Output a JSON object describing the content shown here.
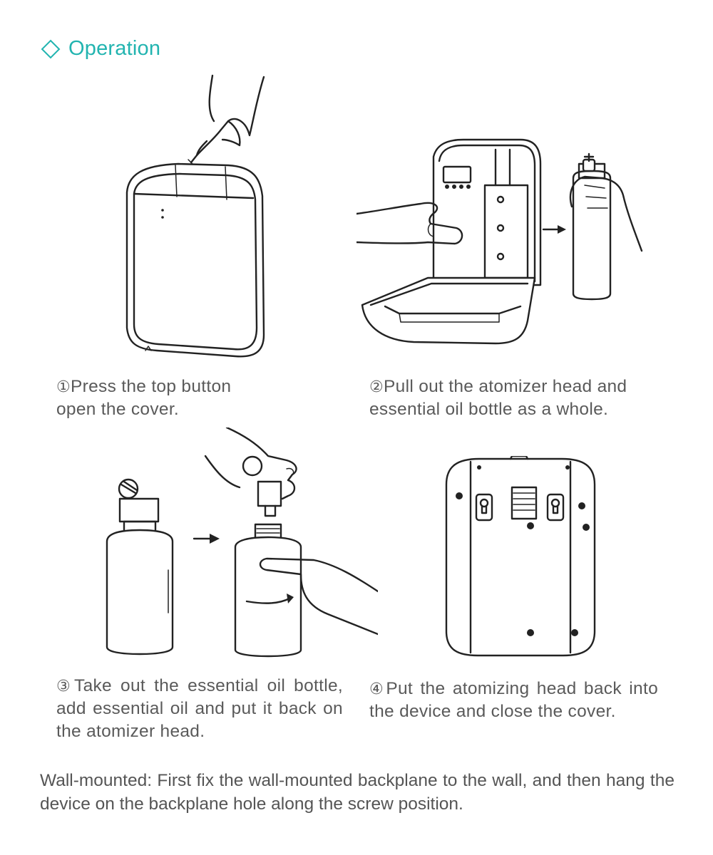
{
  "section": {
    "title": "Operation",
    "icon": "diamond-outline-icon",
    "accent_color": "#22b4b0"
  },
  "steps": [
    {
      "number": "①",
      "text_line1": "Press the top button",
      "text_line2": "open the cover."
    },
    {
      "number": "②",
      "text_line1": "Pull out the atomizer head and",
      "text_line2": "essential oil bottle as a whole."
    },
    {
      "number": "③",
      "text": "Take out the essential oil bottle, add essential oil and put it back on the atomizer head."
    },
    {
      "number": "④",
      "text": "Put the atomizing head back into the device and close the cover."
    }
  ],
  "footer": {
    "text": "Wall-mounted: First fix the wall-mounted backplane to the wall, and then hang the device on the backplane hole along the screw position."
  }
}
